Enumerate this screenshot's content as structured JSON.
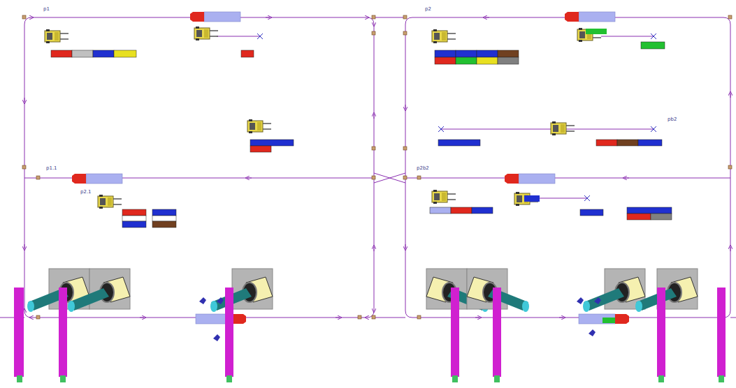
{
  "diagram": {
    "labels": [
      "p1",
      "p2",
      "pb2",
      "p2.1",
      "p1.1",
      "p2b2"
    ]
  }
}
